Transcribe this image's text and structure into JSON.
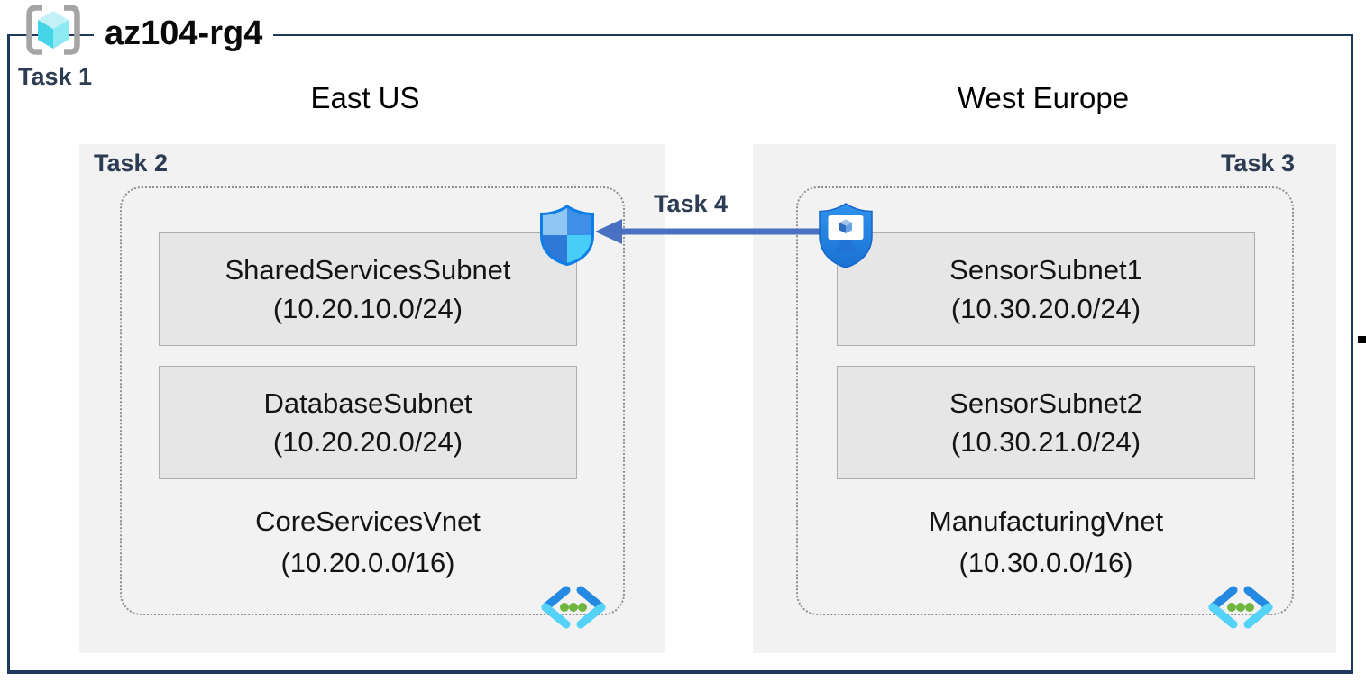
{
  "title": {
    "resource_group": "az104-rg4"
  },
  "labels": {
    "task1": "Task 1",
    "task2": "Task 2",
    "task3": "Task 3",
    "task4": "Task 4"
  },
  "regions": {
    "east": {
      "name": "East US",
      "vnet": {
        "name": "CoreServicesVnet",
        "cidr": "(10.20.0.0/16)"
      },
      "subnets": [
        {
          "name": "SharedServicesSubnet",
          "cidr": "(10.20.10.0/24)"
        },
        {
          "name": "DatabaseSubnet",
          "cidr": "(10.20.20.0/24)"
        }
      ]
    },
    "west": {
      "name": "West Europe",
      "vnet": {
        "name": "ManufacturingVnet",
        "cidr": "(10.30.0.0/16)"
      },
      "subnets": [
        {
          "name": "SensorSubnet1",
          "cidr": "(10.30.20.0/24)"
        },
        {
          "name": "SensorSubnet2",
          "cidr": "(10.30.21.0/24)"
        }
      ]
    }
  },
  "peering": {
    "label": "Task 4",
    "direction": "west-europe-to-east-us"
  },
  "icons": {
    "resource_group": "resource-group-cube-icon",
    "network_security_group": "shield-quadrant-icon",
    "bastion": "shield-monitor-icon",
    "virtual_network": "vnet-chevron-dots-icon"
  },
  "colors": {
    "outer_border": "#1d3a5e",
    "task_label": "#2c3c52",
    "region_background": "#f2f2f2",
    "subnet_fill": "#e6e6e6",
    "subnet_border": "#adadad",
    "vnet_dotted_border": "#8f8f8f",
    "arrow_blue": "#4a70c2",
    "azure_blue": "#2489e0",
    "azure_cyan": "#55d2f7",
    "vnet_dot_green": "#6fb53e"
  }
}
